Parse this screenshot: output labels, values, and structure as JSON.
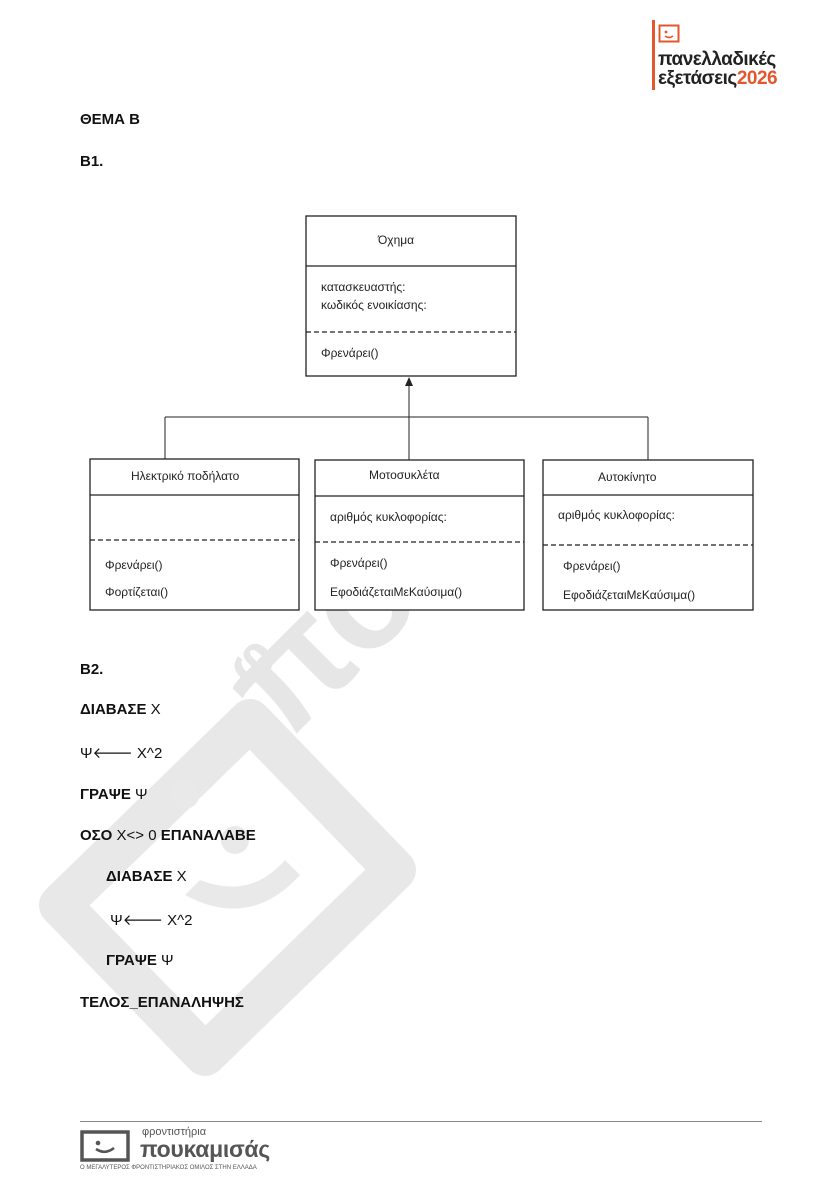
{
  "header_logo": {
    "line1": "πανελλαδικές",
    "line2": "εξετάσεις",
    "year": "2026"
  },
  "section_title": "ΘΕΜΑ Β",
  "b1_label": "Β1.",
  "diagram": {
    "parent": {
      "name": "Όχημα",
      "attributes": [
        "κατασκευαστής:",
        "κωδικός ενοικίασης:"
      ],
      "methods": [
        "Φρενάρει()"
      ]
    },
    "children": [
      {
        "name": "Ηλεκτρικό ποδήλατο",
        "attributes": [],
        "methods": [
          "Φρενάρει()",
          "Φορτίζεται()"
        ]
      },
      {
        "name": "Μοτοσυκλέτα",
        "attributes": [
          "αριθμός κυκλοφορίας:"
        ],
        "methods": [
          "Φρενάρει()",
          "ΕφοδιάζεταιΜεΚαύσιμα()"
        ]
      },
      {
        "name": "Αυτοκίνητο",
        "attributes": [
          "αριθμός κυκλοφορίας:"
        ],
        "methods": [
          "Φρενάρει()",
          "ΕφοδιάζεταιΜεΚαύσιμα()"
        ]
      }
    ]
  },
  "b2_label": "Β2.",
  "code": [
    {
      "kw": "ΔΙΑΒΑΣΕ",
      "rest": " Χ",
      "kw2": "",
      "indent": 0
    },
    {
      "kw": "",
      "rest": "Ψ🡐 Χ^2",
      "kw2": "",
      "indent": 0
    },
    {
      "kw": "ΓΡΑΨΕ",
      "rest": " Ψ",
      "kw2": "",
      "indent": 0
    },
    {
      "kw": "ΟΣΟ",
      "rest": " Χ<> 0 ",
      "kw2": "ΕΠΑΝΑΛΑΒΕ",
      "indent": 0
    },
    {
      "kw": "ΔΙΑΒΑΣΕ",
      "rest": " Χ",
      "kw2": "",
      "indent": 1
    },
    {
      "kw": "",
      "rest": " Ψ🡐 Χ^2",
      "kw2": "",
      "indent": 1
    },
    {
      "kw": "ΓΡΑΨΕ",
      "rest": " Ψ",
      "kw2": "",
      "indent": 1
    },
    {
      "kw": "ΤΕΛΟΣ_ΕΠΑΝΑΛΗΨΗΣ",
      "rest": "",
      "kw2": "",
      "indent": 0
    }
  ],
  "footer_logo": {
    "small": "φροντιστήρια",
    "big": "πουκαμισάς",
    "tagline": "Ο ΜΕΓΑΛΥΤΕΡΟΣ ΦΡΟΝΤΙΣΤΗΡΙΑΚΟΣ ΟΜΙΛΟΣ ΣΤΗΝ ΕΛΛΑΔΑ"
  },
  "colors": {
    "accent": "#e4572e",
    "text": "#111111",
    "watermark": "#e6e6e6"
  }
}
